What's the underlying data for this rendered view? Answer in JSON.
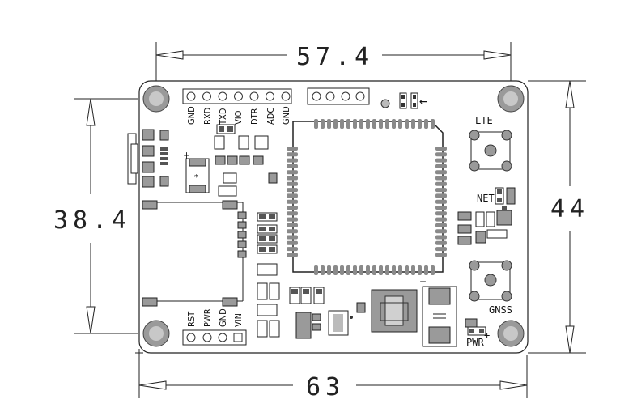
{
  "dimensions": {
    "top_width": "57.4",
    "bottom_width": "63",
    "left_height": "38.4",
    "right_height": "44"
  },
  "header_pins": [
    "GND",
    "RXD",
    "TXD",
    "VIO",
    "DTR",
    "ADC",
    "GND"
  ],
  "bottom_pins": [
    "RST",
    "PWR",
    "GND",
    "VIN"
  ],
  "labels": {
    "lte": "LTE",
    "net": "NET",
    "gnss": "GNSS",
    "pwr": "PWR",
    "plus": "+",
    "arrow": "←"
  }
}
